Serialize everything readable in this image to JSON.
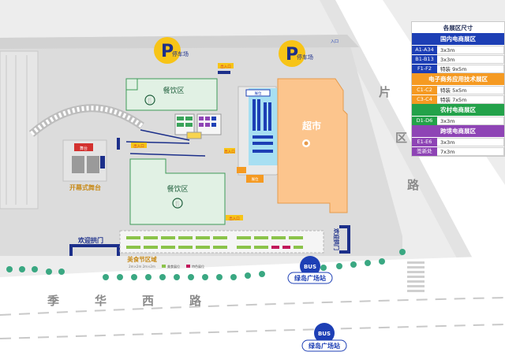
{
  "map": {
    "parking_left": "停车场",
    "parking_right": "停车场",
    "parking_symbol": "P",
    "supermarket": "超市",
    "dining_top": "餐饮区",
    "dining_bottom": "餐饮区",
    "stage": "开幕式舞台",
    "welcome_arch_left": "欢迎拱门",
    "welcome_arch_right": "欢迎拱门",
    "food_festival": "美食节区域",
    "food_festival_caption": "2m×2m 2m×2m",
    "road_east": "片区路",
    "road_south": "季华西路",
    "bus_label": "BUS",
    "bus_stop_1": "绿岛广场站",
    "bus_stop_2": "绿岛广场站",
    "entrances": [
      "出入口",
      "出入口",
      "出入口",
      "出入口"
    ],
    "stage_banner": "舞台",
    "food_legend": [
      "美食展位",
      "特色展位"
    ],
    "booth_labels": [
      "展位",
      "展位",
      "服务"
    ],
    "small_label": "入口"
  },
  "legend": {
    "title": "各展区尺寸",
    "sections": [
      {
        "name": "国内电商展区",
        "color": "#1d3fb5",
        "rows": [
          {
            "code": "A1-A34",
            "size": "3x3m"
          },
          {
            "code": "B1-B13",
            "size": "3x3m"
          },
          {
            "code": "F1-F2",
            "size": "特装 9x5m"
          }
        ]
      },
      {
        "name": "电子商务应用技术展区",
        "color": "#f59a22",
        "rows": [
          {
            "code": "C1-C2",
            "size": "特装 5x5m"
          },
          {
            "code": "C3-C4",
            "size": "特装 7x5m"
          }
        ]
      },
      {
        "name": "农村电商展区",
        "color": "#23a24a",
        "rows": [
          {
            "code": "D1-D6",
            "size": "3x3m"
          }
        ]
      },
      {
        "name": "跨境电商展区",
        "color": "#8e44b5",
        "rows": [
          {
            "code": "E1-E6",
            "size": "3x3m"
          },
          {
            "code": "签新处",
            "size": "7x3m"
          }
        ]
      }
    ]
  },
  "colors": {
    "background": "#eeeeee",
    "building": "#d9d9d9",
    "road": "#c9c9c9",
    "dining_green": "#e1f1e4",
    "supermarket": "#fcc58d",
    "booth_blue": "#a7dff2",
    "navy": "#1c2f8a",
    "parking_yellow": "#f7c417"
  }
}
